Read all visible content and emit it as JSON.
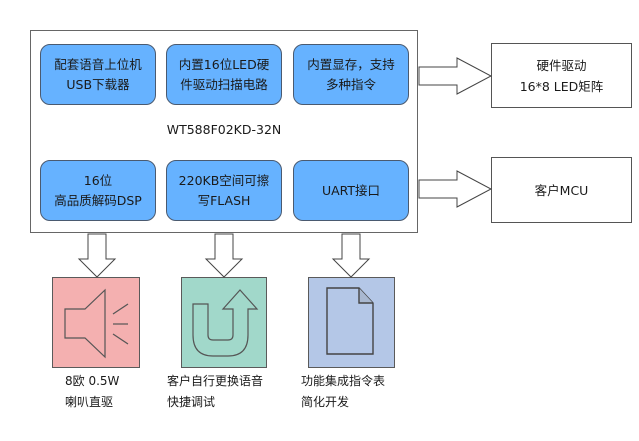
{
  "diagram": {
    "chip_name": "WT588F02KD-32N",
    "features_top": [
      {
        "line1": "配套语音上位机",
        "line2": "USB下载器"
      },
      {
        "line1": "内置16位LED硬",
        "line2": "件驱动扫描电路"
      },
      {
        "line1": "内置显存，支持",
        "line2": "多种指令"
      }
    ],
    "features_bottom": [
      {
        "line1": "16位",
        "line2": "高品质解码DSP"
      },
      {
        "line1": "220KB空间可擦",
        "line2": "写FLASH"
      },
      {
        "line1": "UART接口",
        "line2": ""
      }
    ],
    "outputs_right": [
      {
        "line1": "硬件驱动",
        "line2": "16*8 LED矩阵"
      },
      {
        "line1": "客户MCU",
        "line2": ""
      }
    ],
    "outputs_bottom": [
      {
        "icon": "speaker-icon",
        "color": "#f4b0b0",
        "line1": "8欧 0.5W",
        "line2": "喇叭直驱"
      },
      {
        "icon": "u-turn-arrow-icon",
        "color": "#a1d8ca",
        "line1": "客户自行更换语音",
        "line2": "快捷调试"
      },
      {
        "icon": "document-icon",
        "color": "#b4c7e7",
        "line1": "功能集成指令表",
        "line2": "简化开发"
      }
    ],
    "colors": {
      "chip_fill": "#66b2ff",
      "border": "#555555"
    }
  }
}
